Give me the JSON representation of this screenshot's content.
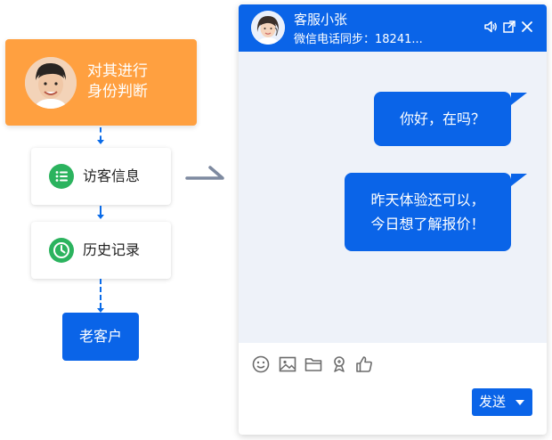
{
  "flow": {
    "identify_label": "对其进行\n身份判断",
    "visitor_info_label": "访客信息",
    "history_label": "历史记录",
    "returning_customer_label": "老客户"
  },
  "chat": {
    "agent_name": "客服小张",
    "agent_subtitle": "微信电话同步：18241...",
    "messages": [
      {
        "text": "你好，在吗？"
      },
      {
        "text": "昨天体验还可以，\n今日想了解报价！"
      }
    ],
    "send_label": "发送"
  },
  "icons": {
    "header": [
      "speaker-icon",
      "popout-icon",
      "close-icon"
    ],
    "toolbar": [
      "emoji-icon",
      "image-icon",
      "folder-icon",
      "shake-icon",
      "thumbs-up-icon"
    ]
  },
  "colors": {
    "accent": "#0a64e8",
    "orange": "#ffa040",
    "green": "#2bb35e",
    "chat_bg": "#eef2f9"
  }
}
